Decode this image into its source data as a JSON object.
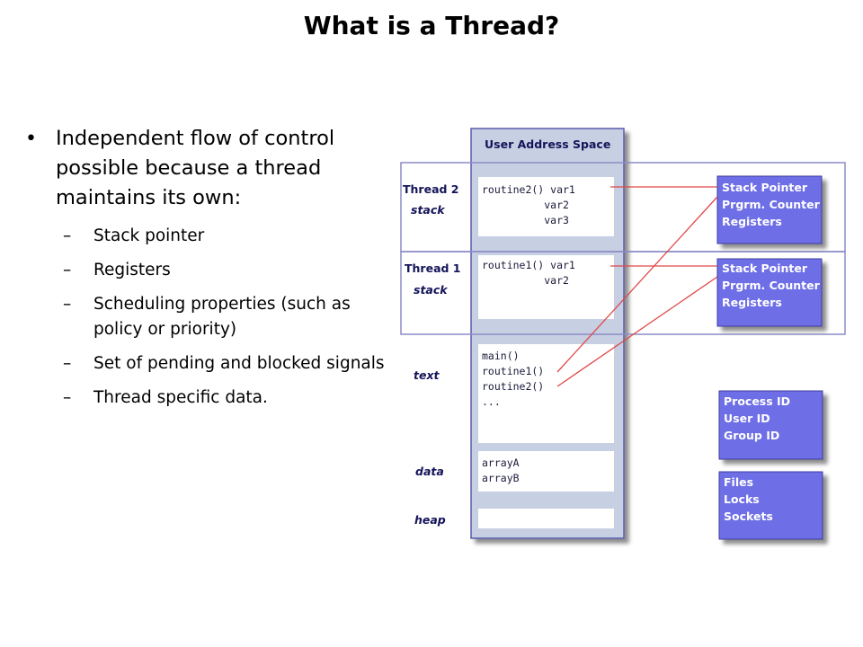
{
  "title": "What is a Thread?",
  "bullets": {
    "main": "Independent flow of control possible because a thread maintains its own:",
    "sub": [
      "Stack pointer",
      "Registers",
      "Scheduling properties (such as policy or priority)",
      "Set of pending and blocked signals",
      "Thread specific data."
    ]
  },
  "diagram": {
    "address_space_title": "User Address Space",
    "thread2": {
      "label": "Thread 2",
      "sublabel": "stack",
      "code": [
        "routine2() var1",
        "          var2",
        "          var3"
      ]
    },
    "thread1": {
      "label": "Thread 1",
      "sublabel": "stack",
      "code": [
        "routine1() var1",
        "          var2"
      ]
    },
    "text": {
      "label": "text",
      "code": [
        "main()",
        "routine1()",
        "routine2()",
        "..."
      ]
    },
    "data": {
      "label": "data",
      "code": [
        "arrayA",
        "arrayB"
      ]
    },
    "heap": {
      "label": "heap"
    },
    "thread2_regs": [
      "Stack Pointer",
      "Prgrm. Counter",
      "Registers"
    ],
    "thread1_regs": [
      "Stack Pointer",
      "Prgrm. Counter",
      "Registers"
    ],
    "process_ids": [
      "Process ID",
      "User ID",
      "Group ID"
    ],
    "resources": [
      "Files",
      "Locks",
      "Sockets"
    ],
    "colors": {
      "blue_box": "#6e6ee6",
      "panel_bg": "#c7cfe2",
      "border": "#5a5aaa",
      "connector": "#e04848"
    }
  }
}
